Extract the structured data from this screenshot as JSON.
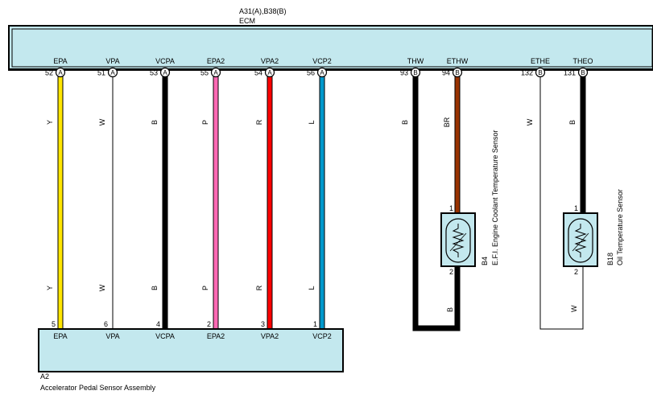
{
  "ecm": {
    "connectors_label": "A31(A),B38(B)",
    "name": "ECM",
    "pins": [
      {
        "name": "EPA",
        "num": "52",
        "conn": "A",
        "wire": "Y",
        "color": "#ffe600"
      },
      {
        "name": "VPA",
        "num": "51",
        "conn": "A",
        "wire": "W",
        "color": "#ffffff"
      },
      {
        "name": "VCPA",
        "num": "53",
        "conn": "A",
        "wire": "B",
        "color": "#000000"
      },
      {
        "name": "EPA2",
        "num": "55",
        "conn": "A",
        "wire": "P",
        "color": "#ff69b4"
      },
      {
        "name": "VPA2",
        "num": "54",
        "conn": "A",
        "wire": "R",
        "color": "#ff0000"
      },
      {
        "name": "VCP2",
        "num": "56",
        "conn": "A",
        "wire": "L",
        "color": "#0099cc"
      },
      {
        "name": "THW",
        "num": "93",
        "conn": "B",
        "wire": "B",
        "color": "#000000"
      },
      {
        "name": "ETHW",
        "num": "94",
        "conn": "B",
        "wire": "BR",
        "color": "#993300"
      },
      {
        "name": "ETHE",
        "num": "132",
        "conn": "B",
        "wire": "W",
        "color": "#ffffff"
      },
      {
        "name": "THEO",
        "num": "131",
        "conn": "B",
        "wire": "B",
        "color": "#000000"
      }
    ]
  },
  "pedal_sensor": {
    "code": "A2",
    "name": "Accelerator Pedal Sensor Assembly",
    "pins": [
      {
        "name": "EPA",
        "num": "5",
        "wire": "Y"
      },
      {
        "name": "VPA",
        "num": "6",
        "wire": "W"
      },
      {
        "name": "VCPA",
        "num": "4",
        "wire": "B"
      },
      {
        "name": "EPA2",
        "num": "2",
        "wire": "P"
      },
      {
        "name": "VPA2",
        "num": "3",
        "wire": "R"
      },
      {
        "name": "VCP2",
        "num": "1",
        "wire": "L"
      }
    ]
  },
  "coolant_sensor": {
    "code": "B4",
    "name": "E.F.I. Engine Coolant Temperature Sensor",
    "pin_top": "1",
    "pin_bottom": "2",
    "return_wire": "B"
  },
  "oil_sensor": {
    "code": "B18",
    "name": "Oil Temperature Sensor",
    "pin_top": "1",
    "pin_bottom": "2",
    "return_wire": "W"
  }
}
